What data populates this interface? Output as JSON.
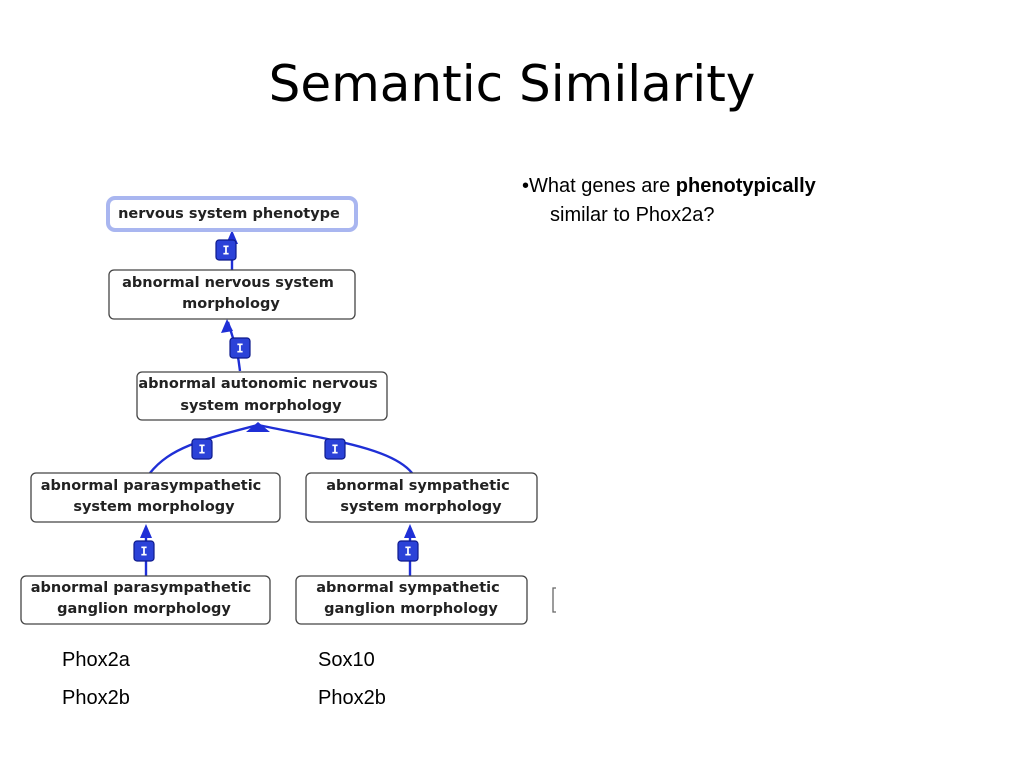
{
  "slide": {
    "title": "Semantic Similarity",
    "bullet": {
      "marker": "•",
      "prefix": "What genes are ",
      "emphasis": "phenotypically",
      "suffix": "similar to Phox2a?"
    }
  },
  "ontology": {
    "edge_label": "I",
    "nodes": {
      "nervous_system_phenotype": [
        "nervous system phenotype"
      ],
      "abnormal_nervous_system_morphology": [
        "abnormal nervous system",
        "morphology"
      ],
      "abnormal_autonomic_nervous_system_morphology": [
        "abnormal autonomic nervous",
        "system morphology"
      ],
      "abnormal_parasympathetic_system_morphology": [
        "abnormal parasympathetic",
        "system morphology"
      ],
      "abnormal_sympathetic_system_morphology": [
        "abnormal sympathetic",
        "system morphology"
      ],
      "abnormal_parasympathetic_ganglion_morphology": [
        "abnormal parasympathetic",
        "ganglion morphology"
      ],
      "abnormal_sympathetic_ganglion_morphology": [
        "abnormal sympathetic",
        "ganglion morphology"
      ]
    }
  },
  "genes": {
    "left": [
      "Phox2a",
      "Phox2b"
    ],
    "right": [
      "Sox10",
      "Phox2b"
    ]
  }
}
